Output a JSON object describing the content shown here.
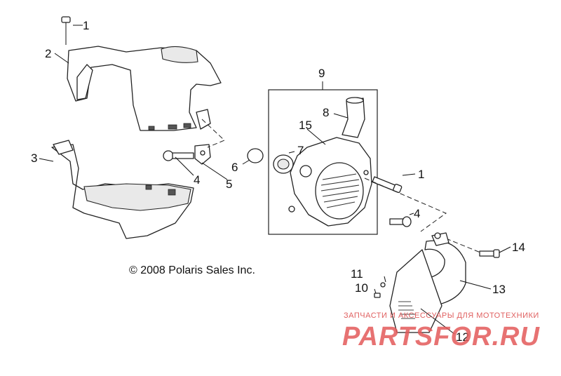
{
  "diagram": {
    "copyright": "© 2008 Polaris Sales Inc.",
    "callouts": {
      "c1a": "1",
      "c2": "2",
      "c3": "3",
      "c4a": "4",
      "c5": "5",
      "c6": "6",
      "c7": "7",
      "c8": "8",
      "c9": "9",
      "c15": "15",
      "c1b": "1",
      "c4b": "4",
      "c14": "14",
      "c13": "13",
      "c11": "11",
      "c10": "10",
      "c12": "12"
    }
  },
  "watermark": {
    "tagline": "ЗАПЧАСТИ И АКСЕССУАРЫ ДЛЯ МОТОТЕХНИКИ",
    "brand": "PARTSFOR.RU"
  },
  "colors": {
    "line": "#222222",
    "watermark": "#e35a5a"
  }
}
